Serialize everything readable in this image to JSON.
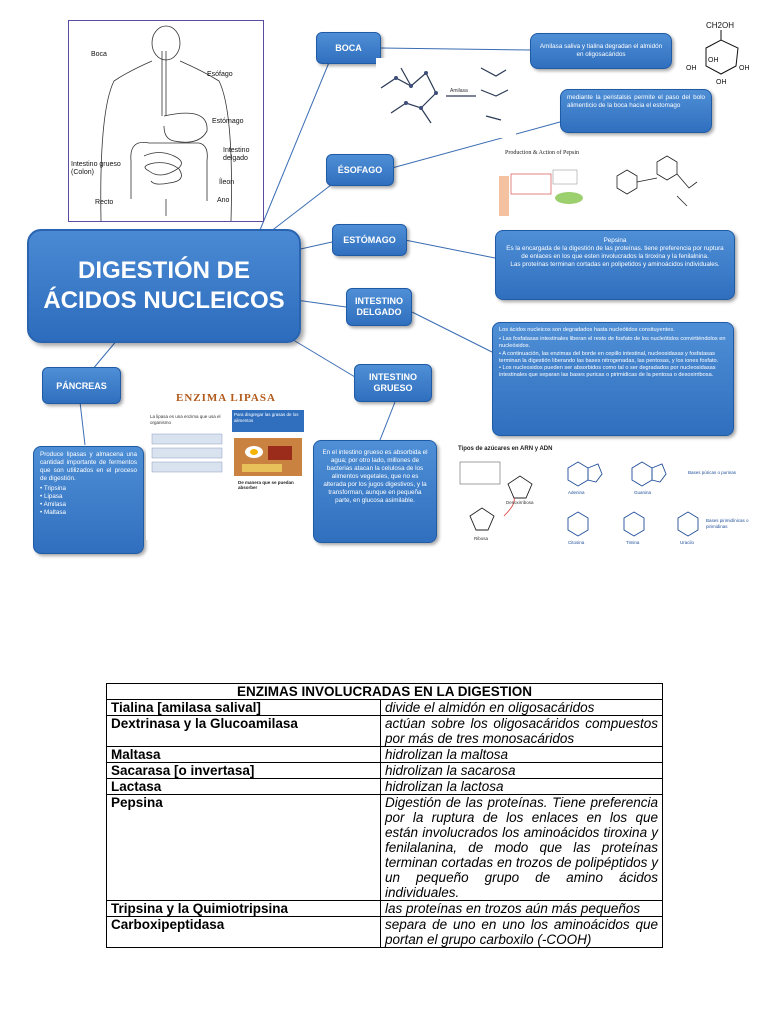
{
  "main_title": {
    "line1": "DIGESTIÓN DE",
    "line2": "ÁCIDOS NUCLEICOS"
  },
  "nodes": {
    "boca": "BOCA",
    "esofago": "ÉSOFAGO",
    "estomago": "ESTÓMAGO",
    "intestino_delgado": "INTESTINO DELGADO",
    "pancreas": "PÁNCREAS",
    "intestino_grueso": "INTESTINO GRUESO"
  },
  "info": {
    "boca": "Amilasa saliva y tialina degradan el almidón en oligosacáridos",
    "esofago": "mediante la peristalsis permite el paso del bolo alimenticio de la boca hacia el estomago",
    "estomago_title": "Pepsina",
    "estomago": "Es la encargada de la digestión de las proteínas. tiene preferencia por ruptura de enlaces en los que esten involucrados la tiroxina y la fenilalnina.",
    "estomago2": "Las proteínas terminan cortadas en polipetidos y aminoácidos individuales.",
    "delgado_intro": "Los ácidos nucleicos son degradados hasta nucleótidos consituyentes.",
    "delgado_bullets": [
      "• Las fosfatasas intestinales liberan el resto de fosfato de los nucleótidos convirtiéndolos en nucleósidos.",
      "• A continuación, las enzimas del borde en cepillo intestinal, nucleosidasas y fosfatasas terminan la digestión liberando las bases nitrogenadas, las pentosas, y los iones fosfato.",
      "• Los nucleosidos pueden ser absorbidos como tal o ser degradados por nucleosidasas intestinales que separan las bases puricas o pirimidicas de la pentosa o desoxirribosa."
    ],
    "pancreas": "Produce lipasas y almacena una cantidad importante de fermentos que son utilizados en el proceso de digestión.",
    "pancreas_list": [
      "• Tripsina",
      "• Lipasa",
      "• Amilasa",
      "• Maltasa"
    ],
    "grueso": "En el intestino grueso es absorbida el agua; por otro lado, millones de bacterias atacan la celulosa de los alimentos vegetales, que no es alterada por los jugos digestivos, y la transforman, aunque en pequeña parte, en glucosa asimilable."
  },
  "anatomy_labels": {
    "boca": "Boca",
    "esofago": "Esófago",
    "estomago": "Estómago",
    "intestino_grueso": "Intestino grueso (Colon)",
    "intestino_delgado": "Intestino delgado",
    "ileon": "Íleon",
    "recto": "Recto",
    "ano": "Ano"
  },
  "figure_labels": {
    "glucose": "CH2OH",
    "amilasa": "Amilasa",
    "pepsin_title": "Production & Action of Pepsin",
    "lipasa_title": "ENZIMA LIPASA",
    "lipasa_text": "La lipasa es una enzima que usa el organismo",
    "lipasa_box": "Para disgregar las grasas de los alimentos",
    "lipasa_caption": "De manera que se puedan absorber",
    "nucleic_title": "Tipos de azúcares en ARN y ADN",
    "purinas": "Bases púricas o purinas",
    "pirimidinas": "Bases pirimidínicas o pirimidinas",
    "adenina": "Adenina",
    "guanina": "Guanina",
    "citosina": "Citosina",
    "timina": "Timina",
    "uracilo": "Uracilo",
    "ribosa": "Ribosa",
    "desoxirribosa": "Desoxirribosa"
  },
  "enzyme_table": {
    "header": "ENZIMAS INVOLUCRADAS EN LA DIGESTION",
    "rows": [
      {
        "enzyme": "Tialina [amilasa salival]",
        "action": "divide el almidón en oligosacáridos"
      },
      {
        "enzyme": "Dextrinasa y la Glucoamilasa",
        "action": "actúan sobre los oligosacáridos compuestos por más de tres monosacáridos"
      },
      {
        "enzyme": "Maltasa",
        "action": "hidrolizan la maltosa"
      },
      {
        "enzyme": "Sacarasa [o invertasa]",
        "action": "hidrolizan la sacarosa"
      },
      {
        "enzyme": "Lactasa",
        "action": "hidrolizan la lactosa"
      },
      {
        "enzyme": "Pepsina",
        "action": "Digestión de las proteínas. Tiene preferencia por la ruptura de los enlaces en los que están involucrados los aminoácidos tiroxina y fenilalanina, de modo que las proteínas terminan cortadas en trozos de polipéptidos y un pequeño grupo de amino ácidos individuales."
      },
      {
        "enzyme": "Tripsina y la Quimiotripsina",
        "action": "las proteínas en trozos aún más pequeños"
      },
      {
        "enzyme": "Carboxipeptidasa",
        "action": "separa de uno en uno los aminoácidos que portan el grupo carboxilo (-COOH)"
      }
    ]
  },
  "colors": {
    "node_blue": "#2f6fbe",
    "line_blue": "#3a6db3"
  }
}
